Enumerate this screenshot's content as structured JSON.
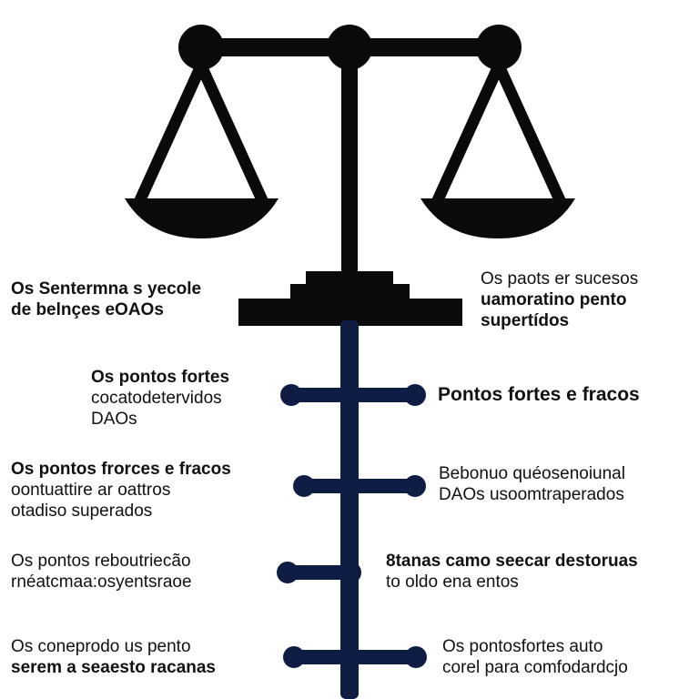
{
  "diagram": {
    "type": "scale-of-justice-with-branching-spine",
    "colors": {
      "scale": "#0a0a0a",
      "spine": "#0f1d45",
      "text": "#111111",
      "background": "#ffffff"
    },
    "icons": [
      "scale-of-justice-icon"
    ],
    "labels": {
      "top_left": {
        "lines": [
          "Os Sentermna s yecole",
          "de belnçes eOAOs"
        ]
      },
      "top_right": {
        "lines": [
          "Os paots er sucesos",
          "uamoratino pento",
          "supertídos"
        ]
      },
      "row1_left": {
        "lines": [
          "Os pontos fortes",
          "cocatodetervidos",
          "DAOs"
        ]
      },
      "row1_right": {
        "lines": [
          "Pontos fortes e fracos"
        ]
      },
      "row2_left": {
        "lines": [
          "Os pontos frorces e fracos",
          "oontuattire ar oattros",
          "otadiso superados"
        ]
      },
      "row2_right": {
        "lines": [
          "Bebonuo quéosenoiunal",
          "DAOs  usoomtraperados"
        ]
      },
      "row3_left": {
        "lines": [
          "Os pontos reboutriecão",
          "rnéatcmaa:osyentsraoe"
        ]
      },
      "row3_right": {
        "lines": [
          "8tanas camo seecar destoruas",
          "to oldo ena entos"
        ]
      },
      "row4_left": {
        "lines": [
          "Os coneprodo us pento",
          "serem a seaesto racanas"
        ]
      },
      "row4_right": {
        "lines": [
          "Os pontosfortes auto",
          "corel para comfodardcjo"
        ]
      }
    }
  }
}
